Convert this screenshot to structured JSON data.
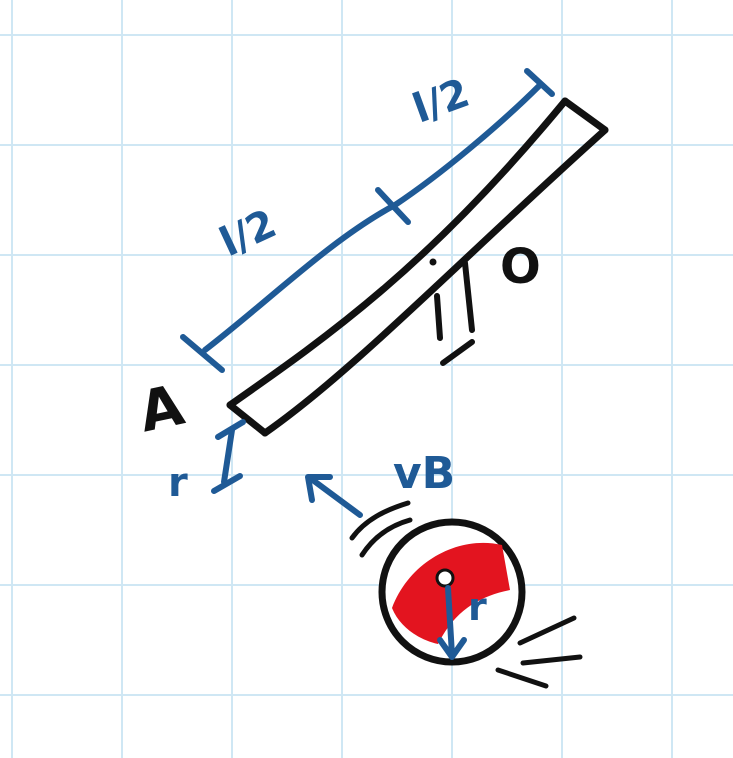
{
  "labels": {
    "point_a": "A",
    "pivot_o": "O",
    "half_length_upper": "l/2",
    "half_length_lower": "l/2",
    "offset_r": "r",
    "velocity": "vB",
    "ball_radius": "r"
  },
  "colors": {
    "paper": "#ffffff",
    "grid": "#cfe7f4",
    "ink": "#111111",
    "annotation": "#1f5a96",
    "ball_fill": "#e3141f"
  },
  "icons": {
    "velocity_arrow": "arrow-up-left-icon",
    "radius_arrow": "arrow-down-icon"
  }
}
